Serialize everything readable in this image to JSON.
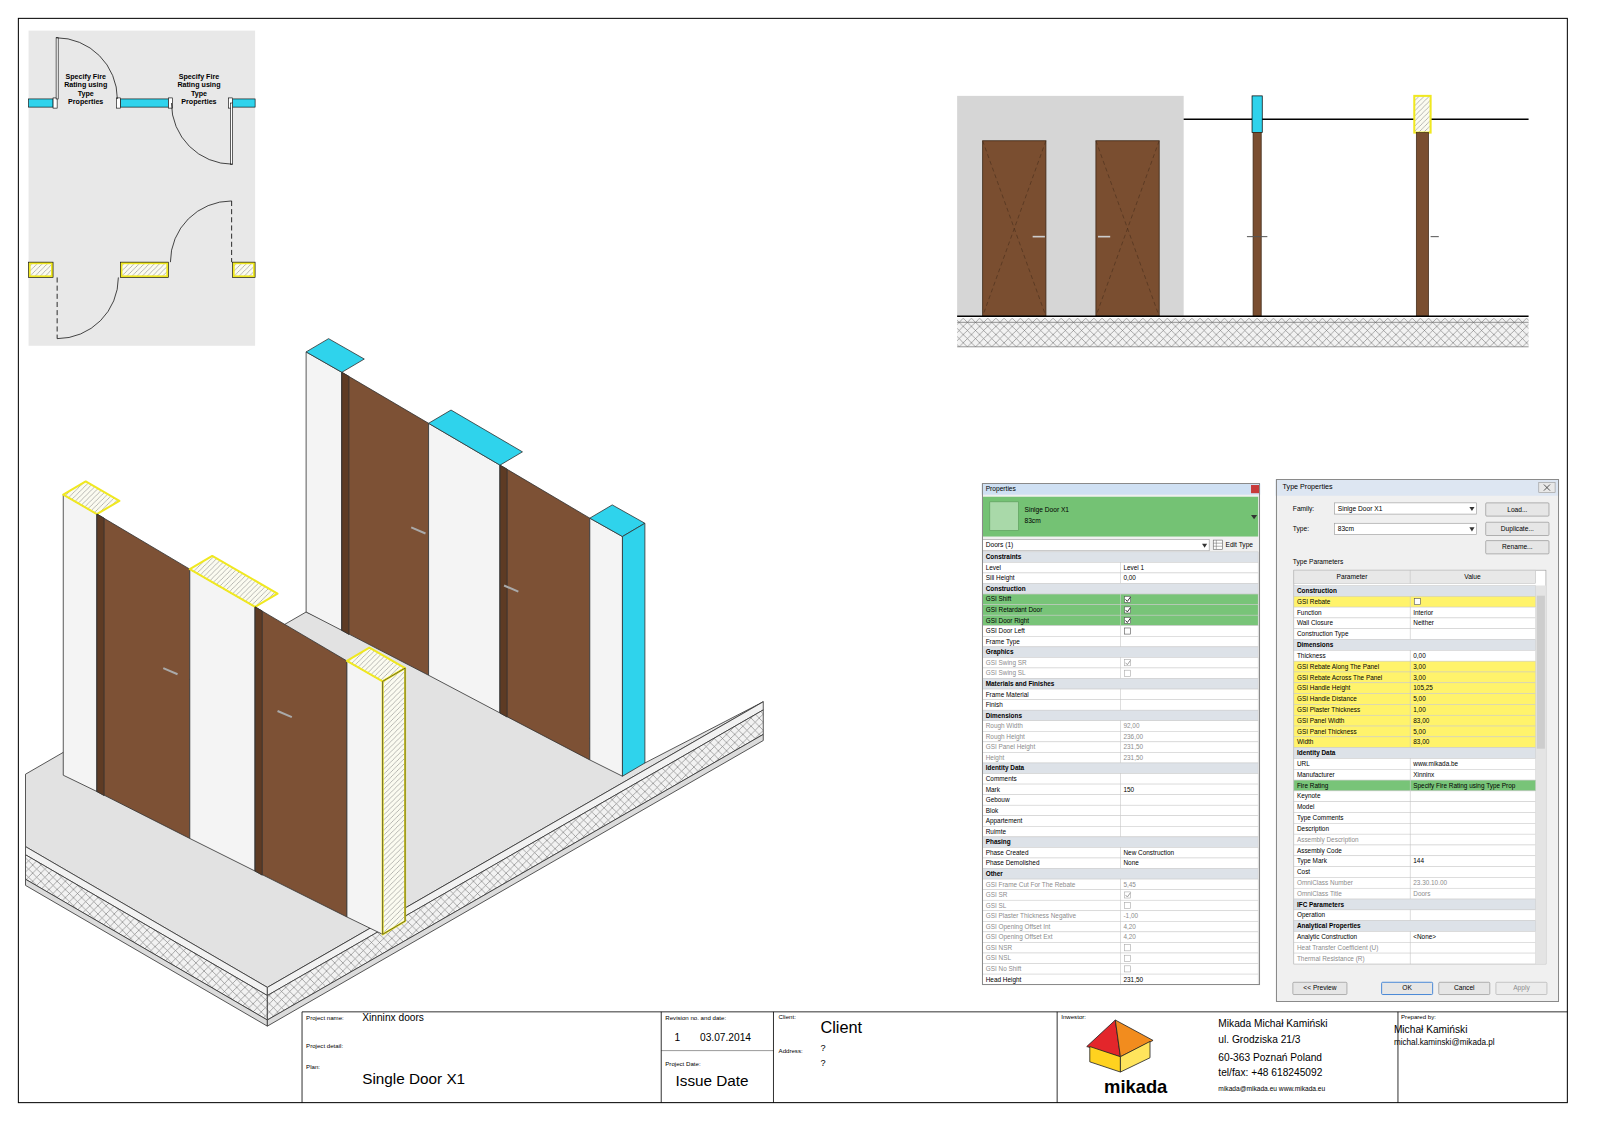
{
  "diagram": {
    "nodes": [
      {
        "text": [
          "Properties"
        ]
      },
      {
        "text": [
          "Type Properties"
        ]
      }
    ],
    "labels": [
      "Specify Fire Rating using Type Properties",
      "Specify Fire Rating using Type Properties",
      "Sinlge Door X1",
      "83cm",
      "Doors (1)",
      "Edit Type",
      "Constraints",
      "Level",
      "Level 1",
      "Sill Height",
      "0,00",
      "Construction",
      "GSI Shift",
      "GSI Retardant Door",
      "GSI Door Right",
      "GSI Door Left",
      "Frame Type",
      "Graphics",
      "GSI Swing SR",
      "GSI Swing SL",
      "Materials and Finishes",
      "Frame Material",
      "Finish",
      "Dimensions",
      "Rough Width",
      "92,00",
      "Rough Height",
      "236,00",
      "GSI Panel Height",
      "231,50",
      "Height",
      "231,50",
      "Identity Data",
      "Comments",
      "Mark",
      "150",
      "Gebouw",
      "Blok",
      "Appartement",
      "Ruimte",
      "Phasing",
      "Phase Created",
      "New Construction",
      "Phase Demolished",
      "None",
      "Other",
      "GSI Frame Cut For The Rebate",
      "5,45",
      "GSI SR",
      "GSI SL",
      "GSI Plaster Thickness Negative",
      "-1,00",
      "GSI Opening Offset Int",
      "4,20",
      "GSI Opening Offset Ext",
      "4,20",
      "GSI NSR",
      "GSI NSL",
      "GSI No Shift",
      "Head Height",
      "231,50",
      "Family:",
      "Sinlge Door X1",
      "Load...",
      "Type:",
      "83cm",
      "Duplicate...",
      "Rename...",
      "Type Parameters",
      "Parameter",
      "Value",
      "Construction",
      "GSI Rebate",
      "Function",
      "Interior",
      "Wall Closure",
      "Neither",
      "Construction Type",
      "Dimensions",
      "Thickness",
      "0,00",
      "GSI Rebate Along The Panel",
      "3,00",
      "GSI Rebate Across The Panel",
      "3,00",
      "GSI Handle Height",
      "105,25",
      "GSI Handle Distance",
      "5,00",
      "GSI Plaster Thickness",
      "1,00",
      "GSI Panel Width",
      "83,00",
      "GSI Panel Thickness",
      "5,00",
      "Width",
      "83,00",
      "Identity Data",
      "URL",
      "www.mikada.be",
      "Manufacturer",
      "Xinninx",
      "Fire Rating",
      "Specify Fire Rating using Type Prop",
      "Keynote",
      "Model",
      "Type Comments",
      "Description",
      "Assembly Description",
      "Assembly Code",
      "Type Mark",
      "144",
      "Cost",
      "OmniClass Number",
      "23.30.10.00",
      "OmniClass Title",
      "Doors",
      "IFC Parameters",
      "Operation",
      "Analytical Properties",
      "Analytic Construction",
      "<None>",
      "Heat Transfer Coefficient (U)",
      "Thermal Resistance (R)",
      "<< Preview",
      "OK",
      "Cancel",
      "Apply",
      "Project name:",
      "Xinninx doors",
      "Project detail:",
      "Plan:",
      "Single Door X1",
      "Revision no. and date:",
      "1",
      "03.07.2014",
      "Project Date:",
      "Issue Date",
      "Client:",
      "Client",
      "Address:",
      "?",
      "?",
      "Inwestor:",
      "mikada",
      "Mikada Michał Kamiński",
      "ul. Grodziska 21/3",
      "60-363 Poznań Poland",
      "tel/fax: +48 618245092",
      "mikada@mikada.eu www.mikada.eu",
      "Prepared by:",
      "Michał Kamiński",
      "michal.kaminski@mikada.pl"
    ]
  }
}
